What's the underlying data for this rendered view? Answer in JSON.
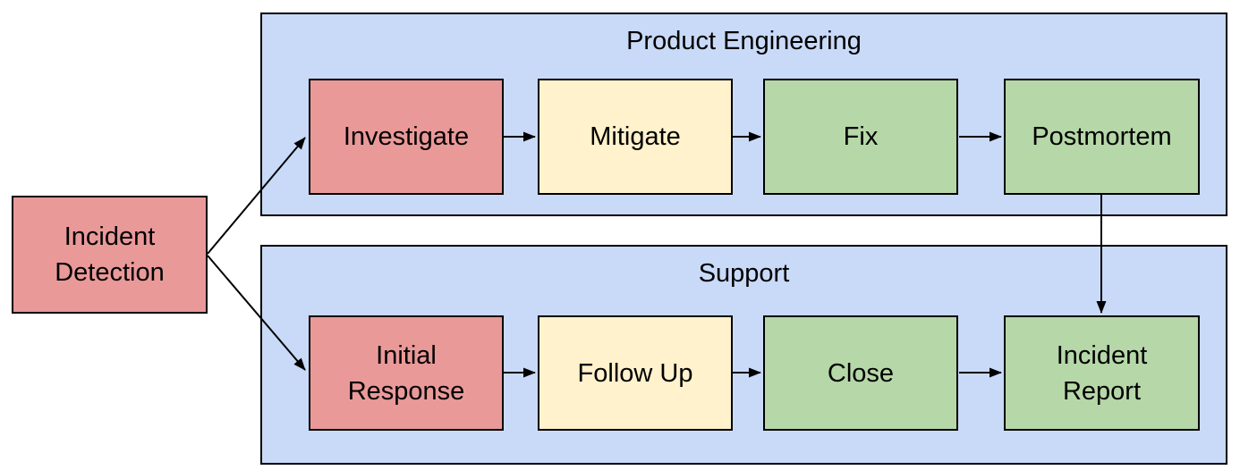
{
  "colors": {
    "canvas_background": "#ffffff",
    "lane_fill": "#c9daf8",
    "red_fill": "#ea9999",
    "yellow_fill": "#fff2cc",
    "green_fill": "#b6d7a8",
    "border": "#000000",
    "text": "#000000"
  },
  "start_node": {
    "label": "Incident Detection",
    "fill": "#ea9999"
  },
  "lanes": [
    {
      "title": "Product Engineering",
      "nodes": [
        {
          "label": "Investigate",
          "fill": "#ea9999"
        },
        {
          "label": "Mitigate",
          "fill": "#fff2cc"
        },
        {
          "label": "Fix",
          "fill": "#b6d7a8"
        },
        {
          "label": "Postmortem",
          "fill": "#b6d7a8"
        }
      ]
    },
    {
      "title": "Support",
      "nodes": [
        {
          "label": "Initial Response",
          "fill": "#ea9999"
        },
        {
          "label": "Follow Up",
          "fill": "#fff2cc"
        },
        {
          "label": "Close",
          "fill": "#b6d7a8"
        },
        {
          "label": "Incident Report",
          "fill": "#b6d7a8"
        }
      ]
    }
  ],
  "edges": [
    {
      "from": "Incident Detection",
      "to": "Investigate"
    },
    {
      "from": "Incident Detection",
      "to": "Initial Response"
    },
    {
      "from": "Investigate",
      "to": "Mitigate"
    },
    {
      "from": "Mitigate",
      "to": "Fix"
    },
    {
      "from": "Fix",
      "to": "Postmortem"
    },
    {
      "from": "Postmortem",
      "to": "Incident Report"
    },
    {
      "from": "Initial Response",
      "to": "Follow Up"
    },
    {
      "from": "Follow Up",
      "to": "Close"
    },
    {
      "from": "Close",
      "to": "Incident Report"
    }
  ]
}
